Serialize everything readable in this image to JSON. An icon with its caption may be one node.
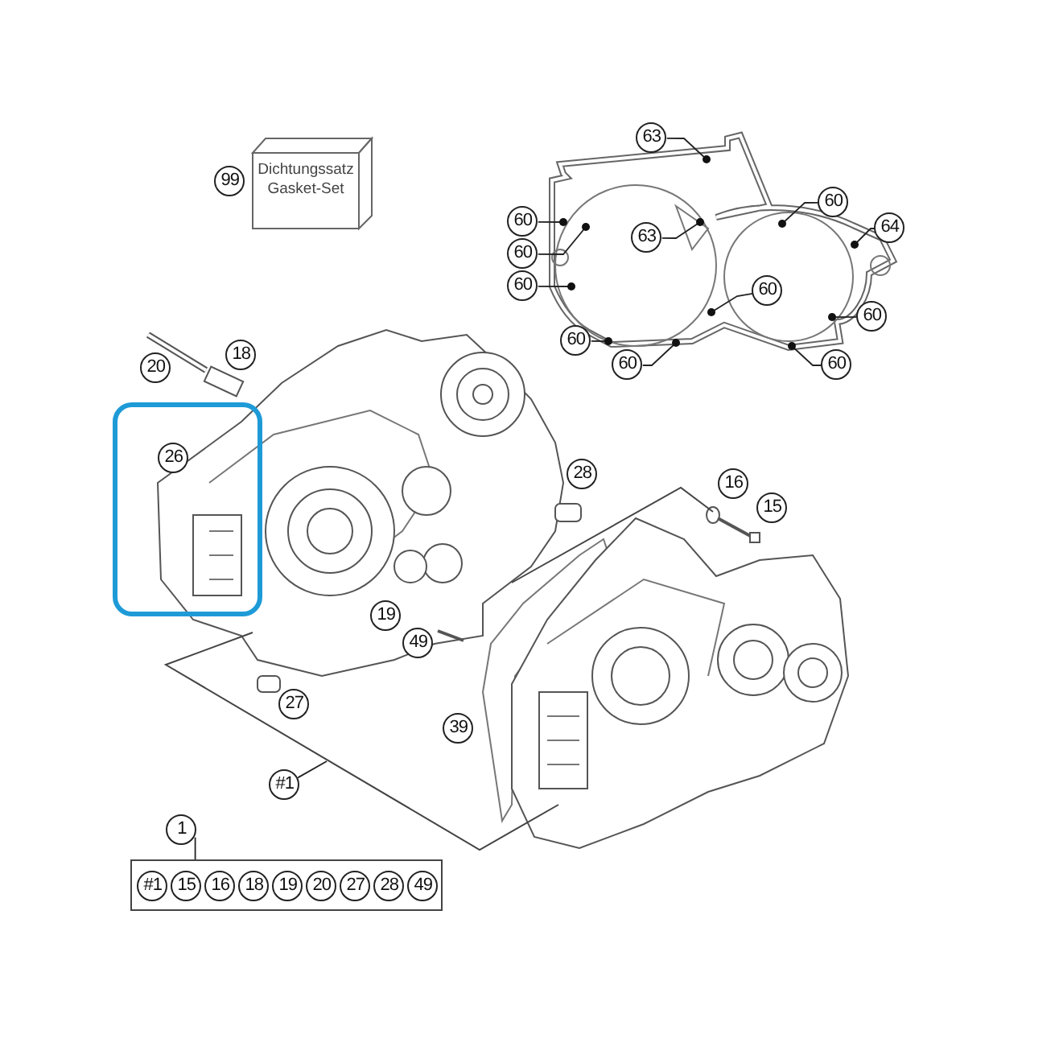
{
  "diagram": {
    "nodes": [
      {
        "text": [
          "Dichtungssatz Gasket-Set"
        ]
      },
      {
        "text": [
          "99"
        ]
      },
      {
        "text": [
          "63"
        ]
      },
      {
        "text": [
          "60"
        ]
      },
      {
        "text": [
          "60"
        ]
      },
      {
        "text": [
          "64"
        ]
      },
      {
        "text": [
          "60"
        ]
      },
      {
        "text": [
          "63"
        ]
      },
      {
        "text": [
          "60"
        ]
      },
      {
        "text": [
          "60"
        ]
      },
      {
        "text": [
          "60"
        ]
      },
      {
        "text": [
          "60"
        ]
      },
      {
        "text": [
          "60"
        ]
      },
      {
        "text": [
          "60"
        ]
      },
      {
        "text": [
          "20"
        ]
      },
      {
        "text": [
          "18"
        ]
      },
      {
        "text": [],
        "shape": "box"
      },
      {
        "text": [
          "26"
        ],
        "in": 16
      },
      {
        "text": [
          "28"
        ]
      },
      {
        "text": [
          "16"
        ]
      },
      {
        "text": [
          "15"
        ]
      },
      {
        "text": [
          "19"
        ]
      },
      {
        "text": [
          "49"
        ]
      },
      {
        "text": [
          "27"
        ]
      },
      {
        "text": [
          "39"
        ]
      },
      {
        "text": [
          "#1"
        ]
      },
      {
        "text": [
          "1"
        ]
      },
      {
        "text": [],
        "shape": "box"
      },
      {
        "text": [
          "#1"
        ],
        "in": 27
      },
      {
        "text": [
          "15"
        ],
        "in": 27
      },
      {
        "text": [
          "16"
        ],
        "in": 27
      },
      {
        "text": [
          "18"
        ],
        "in": 27
      },
      {
        "text": [
          "19"
        ],
        "in": 27
      },
      {
        "text": [
          "20"
        ],
        "in": 27
      },
      {
        "text": [
          "27"
        ],
        "in": 27
      },
      {
        "text": [
          "28"
        ],
        "in": 27
      },
      {
        "text": [
          "49"
        ],
        "in": 27
      }
    ],
    "edges": [
      {
        "from": 2,
        "to": null,
        "arrow": "other"
      },
      {
        "from": 3,
        "to": null,
        "arrow": "other"
      },
      {
        "from": 4,
        "to": null,
        "arrow": "other"
      },
      {
        "from": 5,
        "to": null,
        "arrow": "other"
      },
      {
        "from": 6,
        "to": null,
        "arrow": "other"
      },
      {
        "from": 7,
        "to": null,
        "arrow": "other"
      },
      {
        "from": 8,
        "to": null,
        "arrow": "other"
      },
      {
        "from": 9,
        "to": null,
        "arrow": "other"
      },
      {
        "from": 10,
        "to": null,
        "arrow": "other"
      },
      {
        "from": 11,
        "to": null,
        "arrow": "other"
      },
      {
        "from": 12,
        "to": null,
        "arrow": "other"
      },
      {
        "from": 13,
        "to": null,
        "arrow": "other"
      },
      {
        "from": 25,
        "to": null,
        "arrow": "none"
      },
      {
        "from": 26,
        "to": 27,
        "arrow": "none"
      }
    ]
  }
}
